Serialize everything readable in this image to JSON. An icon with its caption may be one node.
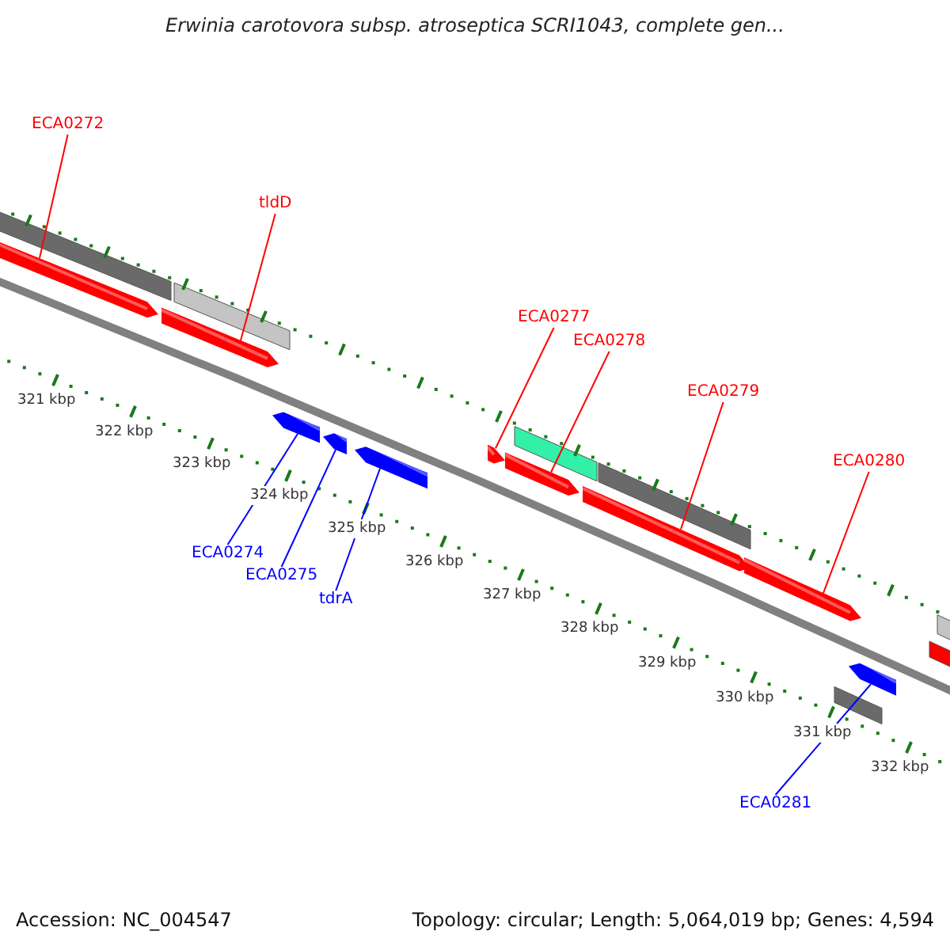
{
  "diagram": {
    "title": "Erwinia carotovora subsp. atroseptica SCRI1043, complete gen...",
    "nodes": [
      {
        "text": [
          "ECA0272"
        ]
      },
      {
        "text": [
          "tldD"
        ]
      },
      {
        "text": [
          "ECA0274"
        ]
      },
      {
        "text": [
          "ECA0275"
        ]
      },
      {
        "text": [
          "tdrA"
        ]
      },
      {
        "text": [
          "ECA0277"
        ]
      },
      {
        "text": [
          "ECA0278"
        ]
      },
      {
        "text": [
          "ECA0279"
        ]
      },
      {
        "text": [
          "ECA0280"
        ]
      },
      {
        "text": [
          "ECA0281"
        ]
      },
      {
        "text": [],
        "shape": "arrow"
      },
      {
        "text": [],
        "shape": "arrow"
      },
      {
        "text": [],
        "shape": "arrow"
      },
      {
        "text": [],
        "shape": "arrow"
      },
      {
        "text": [],
        "shape": "arrow"
      },
      {
        "text": [],
        "shape": "arrow"
      },
      {
        "text": [],
        "shape": "arrow"
      },
      {
        "text": [],
        "shape": "arrow"
      },
      {
        "text": [],
        "shape": "arrow"
      },
      {
        "text": [],
        "shape": "arrow"
      },
      {
        "text": [],
        "shape": "bar"
      },
      {
        "text": [],
        "shape": "bar"
      },
      {
        "text": [],
        "shape": "bar"
      },
      {
        "text": [],
        "shape": "bar"
      },
      {
        "text": [],
        "shape": "bar"
      },
      {
        "text": [],
        "shape": "bar"
      },
      {
        "text": [],
        "shape": "bar"
      }
    ],
    "edges": [
      {
        "from": 0,
        "to": 10,
        "arrow": "none"
      },
      {
        "from": 1,
        "to": 11,
        "arrow": "none"
      },
      {
        "from": 2,
        "to": 12,
        "arrow": "none",
        "color": "#0000ff"
      },
      {
        "from": 3,
        "to": 13,
        "arrow": "none",
        "color": "#0000ff"
      },
      {
        "from": 4,
        "to": 14,
        "arrow": "none",
        "color": "#0000ff"
      },
      {
        "from": 5,
        "to": 15,
        "arrow": "none"
      },
      {
        "from": 6,
        "to": 16,
        "arrow": "none"
      },
      {
        "from": 7,
        "to": 17,
        "arrow": "none"
      },
      {
        "from": 8,
        "to": 18,
        "arrow": "none"
      },
      {
        "from": 9,
        "to": 19,
        "arrow": "none",
        "color": "#0000ff"
      }
    ],
    "labels": [
      "321 kbp",
      "322 kbp",
      "323 kbp",
      "324 kbp",
      "325 kbp",
      "326 kbp",
      "327 kbp",
      "328 kbp",
      "329 kbp",
      "330 kbp",
      "331 kbp",
      "332 kbp",
      "Accession: NC_004547",
      "Topology: circular; Length: 5,064,019 bp; Genes: 4,594"
    ]
  }
}
